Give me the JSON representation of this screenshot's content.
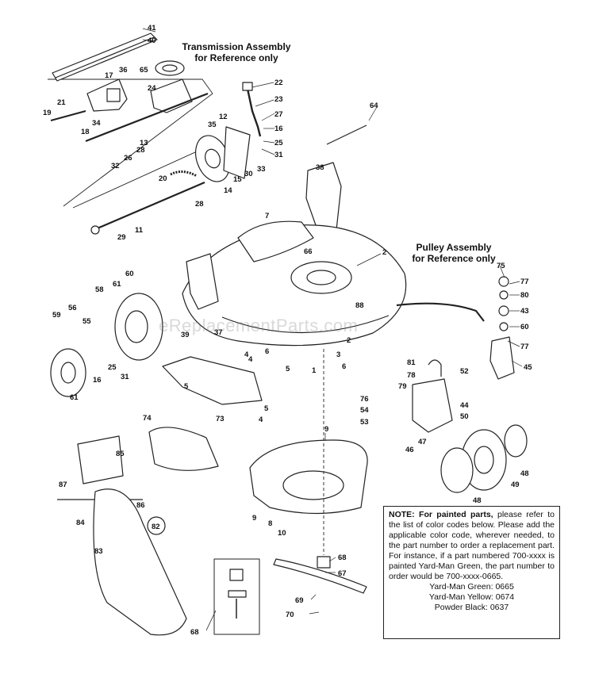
{
  "headers": {
    "transmission_line1": "Transmission Assembly",
    "transmission_line2": "for Reference only",
    "pulley_line1": "Pulley Assembly",
    "pulley_line2": "for Reference only"
  },
  "watermark": "eReplacementParts.com",
  "note": {
    "lead_bold": "NOTE: For painted parts,",
    "body": "please refer to the list of color codes below. Please add the applicable color code, wherever needed, to the part number to order a replacement part. For instance, if a part numbered 700-xxxx is painted Yard-Man Green, the part number to order would be 700-xxxx-0665.",
    "codes": [
      "Yard-Man Green: 0665",
      "Yard-Man Yellow: 0674",
      "Powder Black: 0637"
    ]
  },
  "part_labels": [
    "41",
    "40",
    "17",
    "36",
    "65",
    "24",
    "22",
    "23",
    "21",
    "19",
    "64",
    "12",
    "34",
    "18",
    "13",
    "26",
    "32",
    "28",
    "35",
    "27",
    "16",
    "25",
    "31",
    "30",
    "33",
    "15",
    "20",
    "14",
    "38",
    "28",
    "11",
    "29",
    "7",
    "2",
    "66",
    "75",
    "77",
    "80",
    "43",
    "60",
    "77",
    "2",
    "88",
    "58",
    "56",
    "55",
    "59",
    "60",
    "61",
    "25",
    "31",
    "16",
    "39",
    "37",
    "4",
    "6",
    "1",
    "3",
    "6",
    "5",
    "4",
    "5",
    "61",
    "52",
    "45",
    "81",
    "78",
    "79",
    "76",
    "54",
    "53",
    "44",
    "50",
    "47",
    "46",
    "73",
    "5",
    "4",
    "74",
    "9",
    "85",
    "87",
    "86",
    "84",
    "9",
    "8",
    "10",
    "49",
    "48",
    "48",
    "83",
    "82",
    "68",
    "67",
    "69",
    "70",
    "68"
  ]
}
